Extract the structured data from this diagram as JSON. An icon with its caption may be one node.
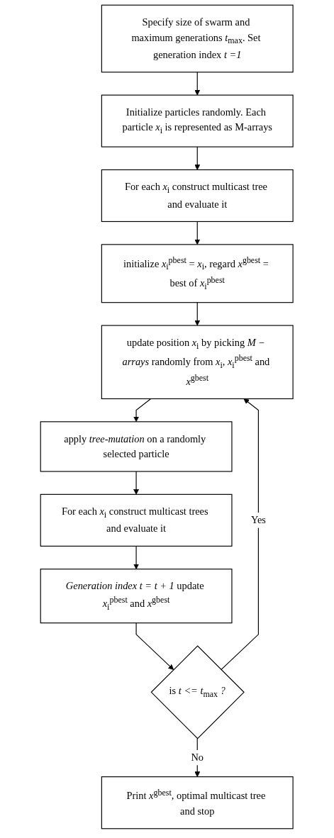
{
  "diagram": {
    "nodes": [
      {
        "text": [
          "Specify size of swarm and maximum generations *t*$_{max}$. Set generation index *t =1*"
        ]
      },
      {
        "text": [
          "Initialize particles randomly. Each particle *x*$_{i}$ is represented as M-arrays"
        ]
      },
      {
        "text": [
          "For each *x*$_{i}$ construct multicast tree and evaluate it"
        ]
      },
      {
        "text": [
          "initialize *x*$_{i}$$^{pbest}$ = *x*$_{i}$, regard *x*$^{gbest}$ = best of *x*$_{i}$$^{pbest}$"
        ]
      },
      {
        "text": [
          "update position *x*$_{i}$ by picking *M − arrays* randomly from *x*$_{i}$, *x*$_{i}$$^{pbest}$ and *x*$^{gbest}$"
        ]
      },
      {
        "text": [
          "apply *tree-mutation* on a randomly selected particle"
        ]
      },
      {
        "text": [
          "For each *x*$_{i}$ construct multicast trees and evaluate it"
        ]
      },
      {
        "text": [
          "*Generation index t = t + 1* update *x*$_{i}$$^{pbest}$ and *x*$^{gbest}$"
        ]
      },
      {
        "text": [
          "is *t <= t*$_{max}$ *?*"
        ]
      },
      {
        "text": [
          "Print *x*$^{gbest}$, optimal multicast tree and stop"
        ]
      }
    ],
    "edges": [
      {
        "from": 0,
        "to": 1,
        "arrow": "to"
      },
      {
        "from": 1,
        "to": 2,
        "arrow": "to"
      },
      {
        "from": 2,
        "to": 3,
        "arrow": "to"
      },
      {
        "from": 3,
        "to": 4,
        "arrow": "to"
      },
      {
        "from": 4,
        "to": 5,
        "arrow": "to"
      },
      {
        "from": 5,
        "to": 6,
        "arrow": "to"
      },
      {
        "from": 6,
        "to": 7,
        "arrow": "to"
      },
      {
        "from": 7,
        "to": 8,
        "arrow": "to"
      },
      {
        "from": 8,
        "to": 4,
        "arrow": "to",
        "label": "Yes"
      },
      {
        "from": 8,
        "to": 9,
        "arrow": "to",
        "label": "No"
      }
    ]
  }
}
